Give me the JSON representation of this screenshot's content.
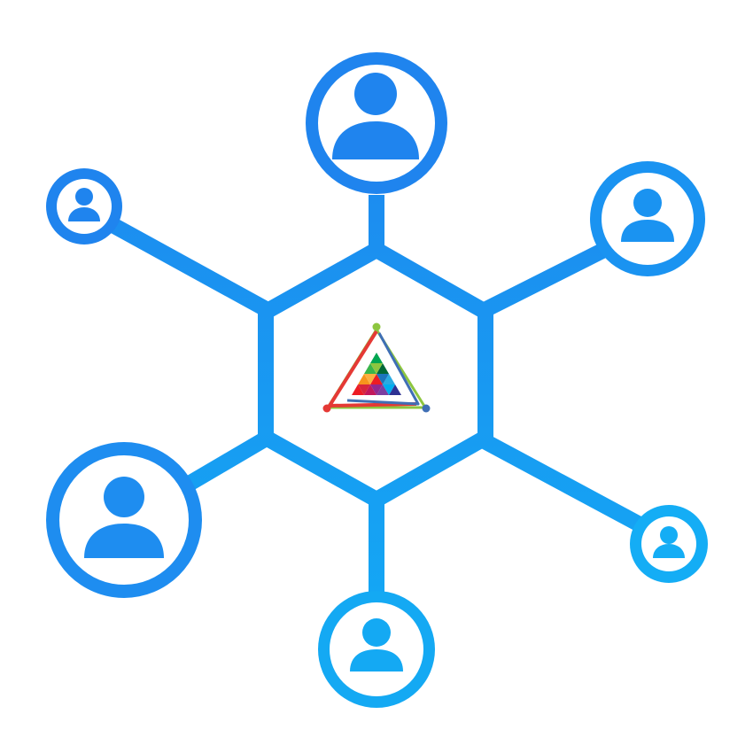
{
  "diagram": {
    "kind": "hub-and-spoke network",
    "hub": {
      "shape": "hexagon",
      "emblem": "prism-triangle-logo-icon",
      "emblem_colors": [
        "#8dc63f",
        "#e53935",
        "#3f6fb5",
        "#00a651",
        "#f7941d",
        "#7b3fa0",
        "#29abe2"
      ]
    },
    "nodes": [
      {
        "id": "top",
        "icon": "user-avatar-icon"
      },
      {
        "id": "upper-left",
        "icon": "user-avatar-icon"
      },
      {
        "id": "upper-right",
        "icon": "user-avatar-icon"
      },
      {
        "id": "lower-left",
        "icon": "user-avatar-icon"
      },
      {
        "id": "bottom",
        "icon": "user-avatar-icon"
      },
      {
        "id": "lower-right",
        "icon": "user-avatar-icon"
      }
    ],
    "colors": {
      "primary": "#1f8cef",
      "secondary": "#14a9f3",
      "background": "#ffffff"
    }
  }
}
